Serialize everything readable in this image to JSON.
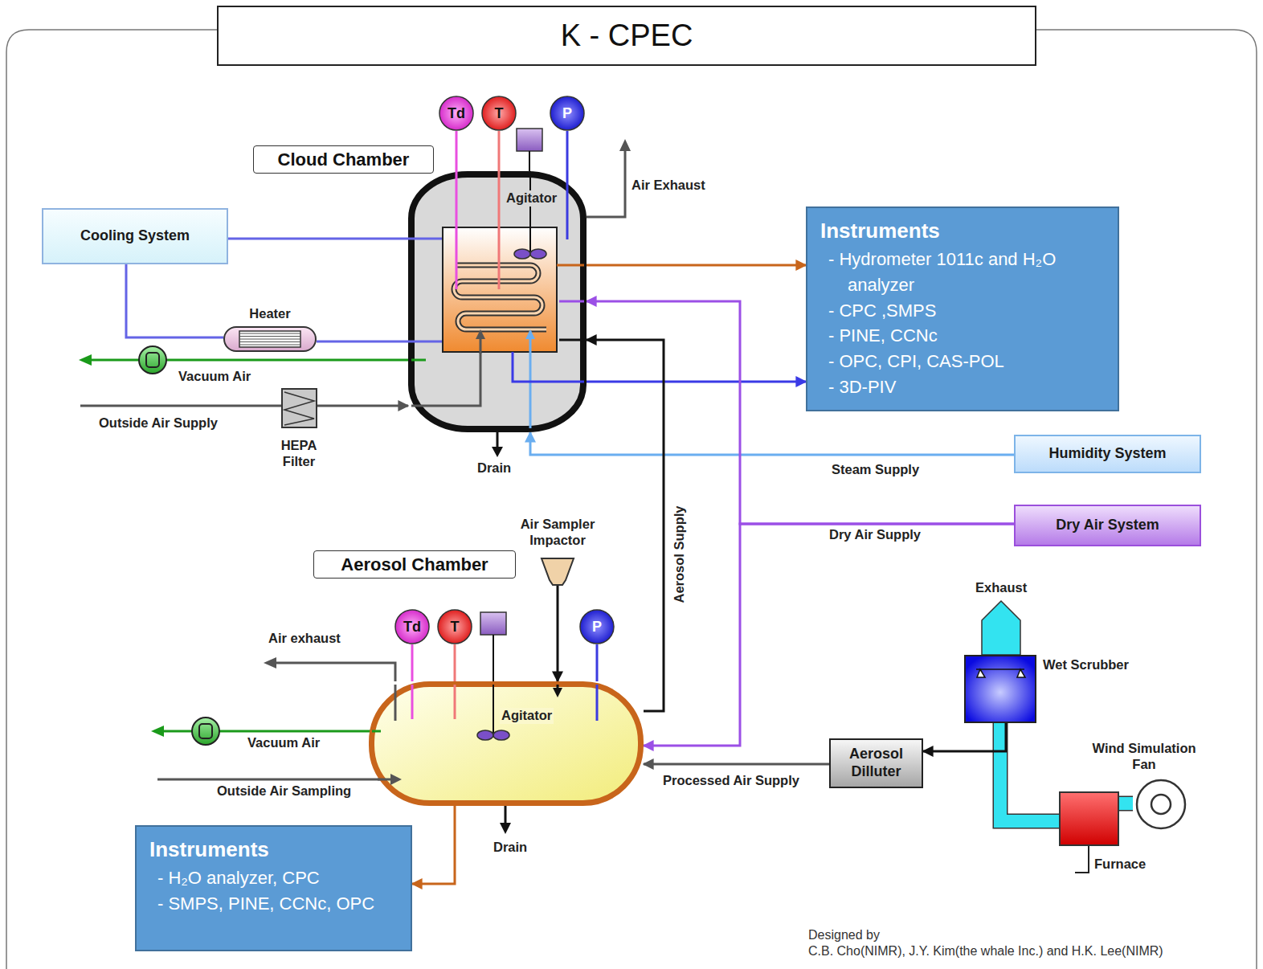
{
  "diagram": {
    "title": "K - CPEC",
    "nodes": [
      {
        "text": [
          "Cloud Chamber"
        ]
      },
      {
        "text": [
          "Cooling System"
        ]
      },
      {
        "text": [
          "Heater"
        ]
      },
      {
        "text": [
          "HEPA Filter"
        ]
      },
      {
        "text": [
          "Instruments",
          "- Hydrometer 1011c and H₂O analyzer",
          "- CPC ,SMPS",
          "- PINE, CCNc",
          "- OPC, CPI, CAS-POL",
          "- 3D-PIV"
        ]
      },
      {
        "text": [
          "Humidity System"
        ]
      },
      {
        "text": [
          "Dry Air System"
        ]
      },
      {
        "text": [
          "Aerosol Chamber"
        ]
      },
      {
        "text": [
          "Air Sampler Impactor"
        ]
      },
      {
        "text": [
          "Instruments",
          "- H₂O analyzer, CPC",
          "- SMPS, PINE, CCNc, OPC"
        ]
      },
      {
        "text": [
          "Aerosol Dilluter"
        ]
      },
      {
        "text": [
          "Wet Scrubber"
        ]
      },
      {
        "text": [
          "Furnace"
        ]
      },
      {
        "text": [
          "Wind Simulation Fan"
        ]
      },
      {
        "text": [
          "Td"
        ]
      },
      {
        "text": [
          "T"
        ]
      },
      {
        "text": [
          "P"
        ]
      },
      {
        "text": [
          "Td"
        ]
      },
      {
        "text": [
          "T"
        ]
      },
      {
        "text": [
          "P"
        ]
      }
    ],
    "edges": [
      {
        "from": 1,
        "to": 0,
        "arrow": "none"
      },
      {
        "from": 1,
        "to": 2,
        "arrow": "none"
      },
      {
        "from": 2,
        "to": 0,
        "arrow": "none"
      },
      {
        "from": 3,
        "to": 0,
        "arrow": "to"
      },
      {
        "from": 0,
        "to": 4,
        "arrow": "to"
      },
      {
        "from": 0,
        "to": 4,
        "arrow": "to"
      },
      {
        "from": 5,
        "to": 0,
        "label": "Steam Supply",
        "arrow": "to"
      },
      {
        "from": 6,
        "to": 0,
        "label": "Dry Air Supply",
        "arrow": "to"
      },
      {
        "from": 6,
        "to": 7,
        "arrow": "to"
      },
      {
        "from": 7,
        "to": 0,
        "label": "Aerosol Supply",
        "arrow": "to"
      },
      {
        "from": 10,
        "to": 7,
        "label": "Processed Air Supply",
        "arrow": "to"
      },
      {
        "from": 12,
        "to": 11,
        "arrow": "none"
      },
      {
        "from": 13,
        "to": 12,
        "arrow": "none"
      },
      {
        "from": 11,
        "to": 10,
        "arrow": "to"
      },
      {
        "from": 7,
        "to": 9,
        "arrow": "to"
      },
      {
        "from": 8,
        "to": 7,
        "arrow": "to"
      },
      {
        "from": 14,
        "to": 0,
        "arrow": "none"
      },
      {
        "from": 15,
        "to": 0,
        "arrow": "none"
      },
      {
        "from": 16,
        "to": 0,
        "arrow": "none"
      },
      {
        "from": 17,
        "to": 7,
        "arrow": "none"
      },
      {
        "from": 18,
        "to": 7,
        "arrow": "none"
      },
      {
        "from": 19,
        "to": 7,
        "arrow": "none"
      }
    ],
    "labels": [
      "Agitator",
      "Air Exhaust",
      "Vacuum Air",
      "Outside Air Supply",
      "Drain",
      "Air exhaust",
      "Vacuum Air",
      "Outside Air Sampling",
      "Agitator",
      "Drain",
      "Exhaust",
      "Designed by",
      "C.B. Cho(NIMR), J.Y. Kim(the whale Inc.) and H.K. Lee(NIMR)"
    ]
  }
}
